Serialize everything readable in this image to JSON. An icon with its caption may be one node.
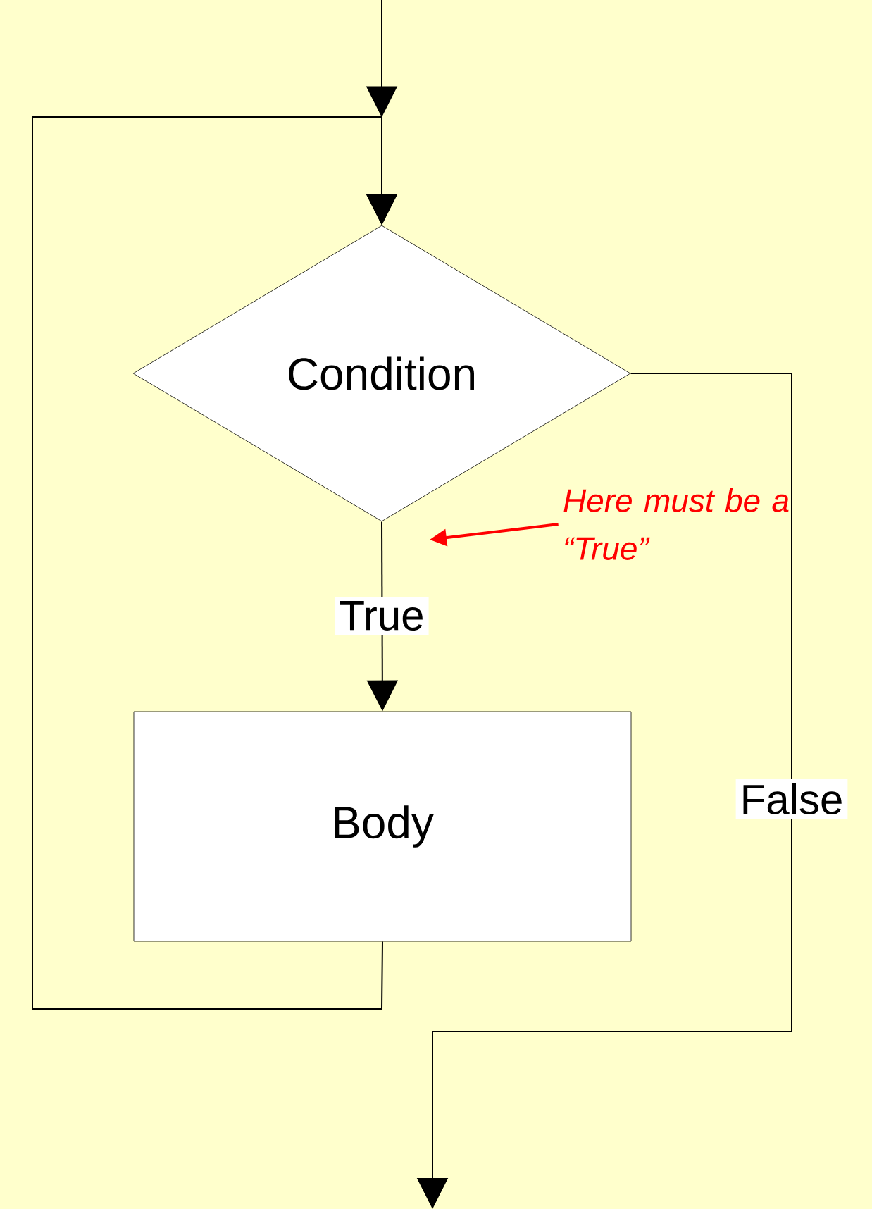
{
  "diagram": {
    "nodes": [
      {
        "text": [
          "Condition"
        ]
      },
      {
        "text": [
          "Body"
        ]
      },
      {
        "text": [
          "Here must be a “True”"
        ]
      }
    ],
    "edges": [
      {
        "from": null,
        "to": 0,
        "arrow": "to"
      },
      {
        "from": 0,
        "to": 1,
        "arrow": "to",
        "label": "True"
      },
      {
        "from": 1,
        "to": 0,
        "arrow": "to"
      },
      {
        "from": 0,
        "to": null,
        "arrow": "to",
        "label": "False"
      },
      {
        "from": 2,
        "to": null,
        "arrow": "to",
        "color": "#ff0000"
      }
    ]
  }
}
